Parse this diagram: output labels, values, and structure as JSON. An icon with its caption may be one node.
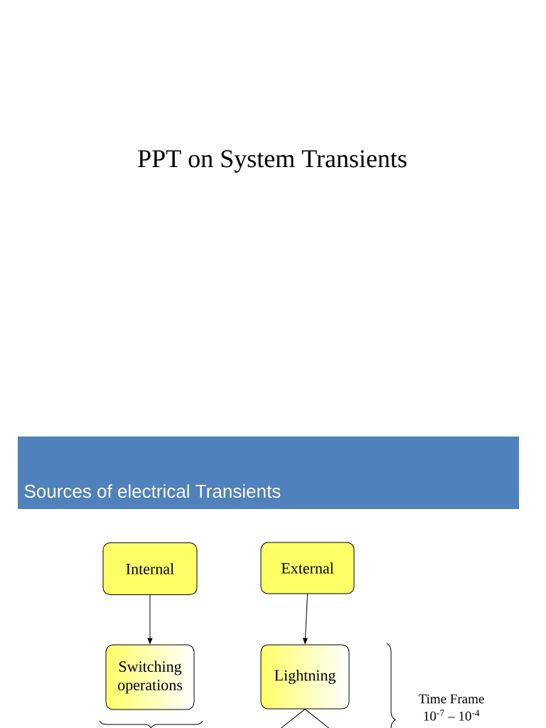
{
  "diagram": {
    "title": "PPT on System Transients",
    "nodes": [
      {
        "text": [
          "Sources of electrical Transients"
        ]
      },
      {
        "text": [
          "Internal"
        ]
      },
      {
        "text": [
          "External"
        ]
      },
      {
        "text": [
          "Switching operations"
        ]
      },
      {
        "text": [
          "Lightning"
        ]
      }
    ],
    "edges": [
      {
        "from": 1,
        "to": 3,
        "arrow": "to"
      },
      {
        "from": 2,
        "to": 4,
        "arrow": "to"
      },
      {
        "from": 4,
        "to": null,
        "arrow": "none"
      },
      {
        "from": 4,
        "to": null,
        "arrow": "none"
      }
    ],
    "labels": [
      "Time Frame",
      "10$^{-7}$ – 10$^{-4}$"
    ]
  }
}
